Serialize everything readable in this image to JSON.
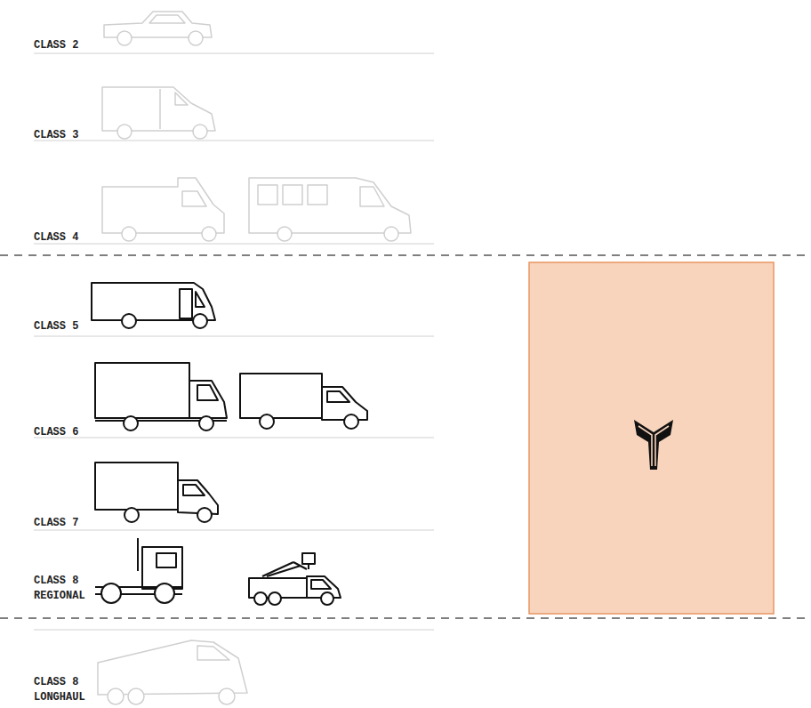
{
  "diagram": {
    "labels": [
      "CLASS 2",
      "CLASS 3",
      "CLASS 4",
      "CLASS 5",
      "CLASS 6",
      "CLASS 7",
      "CLASS 8 REGIONAL",
      "CLASS 8 LONGHAUL"
    ]
  }
}
